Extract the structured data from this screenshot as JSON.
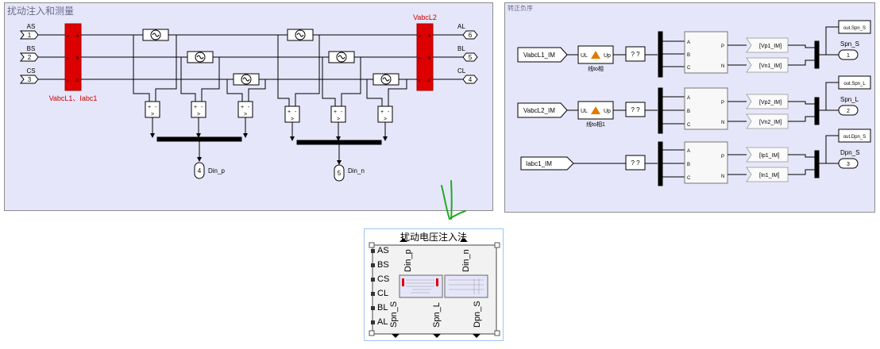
{
  "left_panel": {
    "title": "扰动注入和测量",
    "ports_in": [
      {
        "num": "1",
        "label": "AS"
      },
      {
        "num": "2",
        "label": "BS"
      },
      {
        "num": "3",
        "label": "CS"
      }
    ],
    "ports_out": [
      {
        "num": "6",
        "label": "AL"
      },
      {
        "num": "5",
        "label": "BL"
      },
      {
        "num": "4",
        "label": "CL"
      }
    ],
    "meas1_label": "VabcL1、Iabc1",
    "meas2_label": "VabcL2",
    "out_p": {
      "num": "4",
      "label": "Din_p"
    },
    "out_n": {
      "num": "5",
      "label": "Din_n"
    },
    "meas_letters": {
      "a": "a",
      "b": "b",
      "c": "c",
      "A": "A",
      "B": "B",
      "C": "C"
    },
    "sum_plus": "+",
    "sum_minus": "-",
    "cmp_symbol": ">"
  },
  "right_panel": {
    "title": "转正负序",
    "rows": [
      {
        "in_label": "VabcL1_IM",
        "fn_in": "UL",
        "fn_out": "Up",
        "fn_caption": "线to相",
        "tag_p": "[Vp1_IM]",
        "tag_n": "[Vn1_IM]",
        "goto": "out.Spn_S",
        "out_name": "Spn_S",
        "out_num": "1"
      },
      {
        "in_label": "VabcL2_IM",
        "fn_in": "UL",
        "fn_out": "Up",
        "fn_caption": "线to相1",
        "tag_p": "[Vp2_IM]",
        "tag_n": "[Vn2_IM]",
        "goto": "out.Spn_L",
        "out_name": "Spn_L",
        "out_num": "2"
      },
      {
        "in_label": "Iabc1_IM",
        "fn_in": "",
        "fn_out": "",
        "fn_caption": "",
        "tag_p": "[Ip1_IM]",
        "tag_n": "[In1_IM]",
        "goto": "out.Dpn_S",
        "out_name": "Dpn_S",
        "out_num": "3"
      }
    ],
    "unknown": "? ?",
    "seq_in": [
      "A",
      "B",
      "C"
    ],
    "seq_out": [
      "P",
      "N"
    ]
  },
  "subsystem": {
    "title": "扰动电压注入法",
    "inputs": [
      "AS",
      "BS",
      "CS",
      "CL",
      "BL",
      "AL"
    ],
    "top_outputs": [
      "Din_p",
      "Din_n"
    ],
    "bottom_outputs": [
      "Spn_S",
      "Spn_L",
      "Dpn_S"
    ]
  },
  "colors": {
    "panel_bg": "#e6e6fa",
    "red_block": "#dd0000",
    "red_text": "#cc0000",
    "line": "#000000",
    "annotation_green": "#22aa22"
  }
}
